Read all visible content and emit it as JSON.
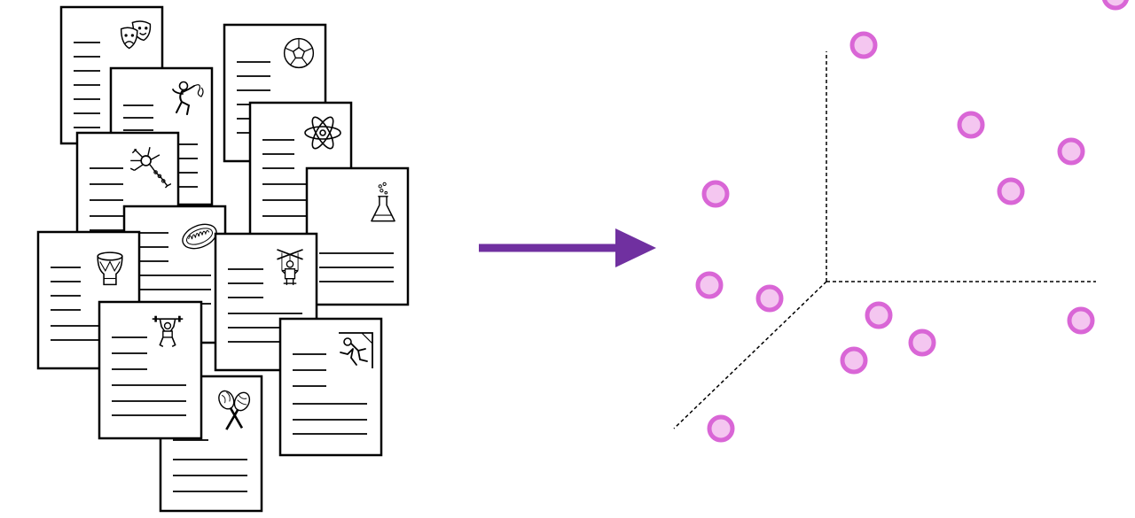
{
  "colors": {
    "arrow": "#7030A0",
    "point_fill": "#F4C6F0",
    "point_stroke": "#D966D6",
    "ink": "#000000",
    "axis": "#000000"
  },
  "documents": [
    {
      "icon": "theater-masks-icon"
    },
    {
      "icon": "soccer-ball-icon"
    },
    {
      "icon": "gymnast-icon"
    },
    {
      "icon": "atom-icon"
    },
    {
      "icon": "neuron-icon"
    },
    {
      "icon": "flask-icon"
    },
    {
      "icon": "mitochondrion-icon"
    },
    {
      "icon": "puppet-icon"
    },
    {
      "icon": "drum-icon"
    },
    {
      "icon": "weightlifter-icon"
    },
    {
      "icon": "climber-icon"
    },
    {
      "icon": "maracas-icon"
    }
  ],
  "transform_arrow": {
    "icon": "right-arrow-icon"
  },
  "embedding_space": {
    "axes": [
      "x-axis",
      "y-axis",
      "z-axis"
    ],
    "point_count": 13
  }
}
